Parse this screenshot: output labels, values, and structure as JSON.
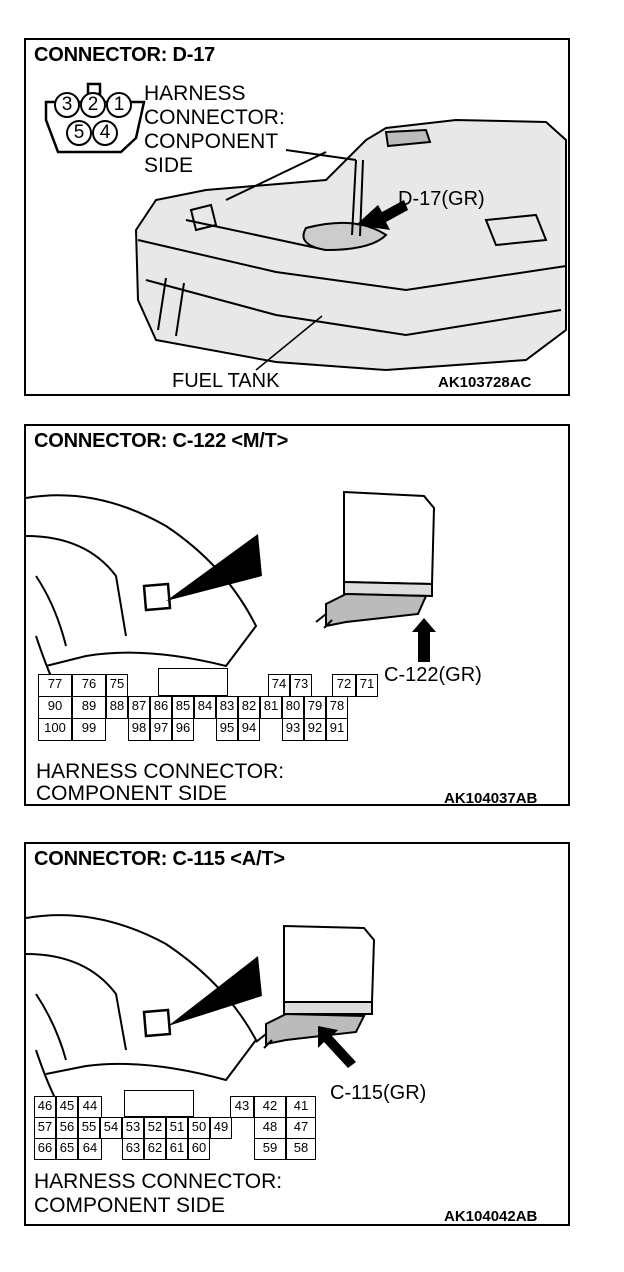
{
  "panels": [
    {
      "title": "CONNECTOR: D-17",
      "code": "AK103728AC",
      "harness_lines": [
        "HARNESS",
        "CONNECTOR:",
        "CONPONENT",
        "SIDE"
      ],
      "pins": [
        "3",
        "2",
        "1",
        "5",
        "4"
      ],
      "callout": "D-17(GR)",
      "fuel_tank": "FUEL TANK"
    },
    {
      "title": "CONNECTOR: C-122 <M/T>",
      "code": "AK104037AB",
      "callout": "C-122(GR)",
      "harness_lines": [
        "HARNESS CONNECTOR:",
        "COMPONENT SIDE"
      ],
      "rows": [
        [
          "77",
          "76",
          "75",
          "",
          "",
          "",
          "",
          "",
          "",
          "74",
          "73",
          "",
          "72",
          "71"
        ],
        [
          "90",
          "89",
          "88",
          "87",
          "86",
          "85",
          "84",
          "83",
          "82",
          "81",
          "80",
          "79",
          "78"
        ],
        [
          "100",
          "99",
          "",
          "98",
          "97",
          "96",
          "",
          "95",
          "94",
          "",
          "93",
          "92",
          "91"
        ]
      ]
    },
    {
      "title": "CONNECTOR: C-115 <A/T>",
      "code": "AK104042AB",
      "callout": "C-115(GR)",
      "harness_lines": [
        "HARNESS CONNECTOR:",
        "COMPONENT SIDE"
      ],
      "rows": [
        [
          "46",
          "45",
          "44",
          "43",
          "42",
          "41"
        ],
        [
          "57",
          "56",
          "55",
          "54",
          "53",
          "52",
          "51",
          "50",
          "49",
          "48",
          "47"
        ],
        [
          "66",
          "65",
          "64",
          "63",
          "62",
          "61",
          "60",
          "59",
          "58"
        ]
      ]
    }
  ]
}
